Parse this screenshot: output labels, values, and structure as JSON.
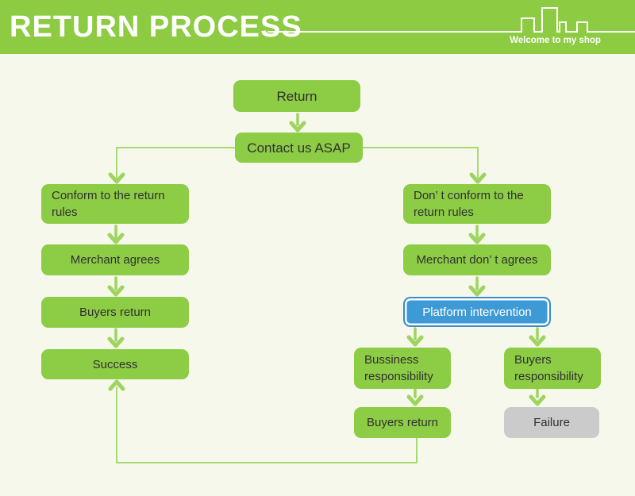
{
  "header": {
    "title": "RETURN PROCESS",
    "tagline": "Welcome to my shop",
    "decoration": "city-skyline-outline"
  },
  "colors": {
    "header_green": "#8ccb42",
    "node_green": "#8dcc45",
    "arrow_green": "#9ed45f",
    "connector_green": "#a6d873",
    "platform_blue": "#3e9ad5",
    "platform_border_blue": "#3a8cc7",
    "failure_gray": "#cbcbcb",
    "text_dark": "#303030",
    "background": "#f6f8ec",
    "title_text": "#ffffff"
  },
  "flow": {
    "nodes": [
      {
        "id": "return",
        "label": "Return",
        "style": "green"
      },
      {
        "id": "contact-us-asap",
        "label": "Contact us ASAP",
        "style": "green"
      },
      {
        "id": "conform-rules",
        "label": "Conform to the return rules",
        "style": "green"
      },
      {
        "id": "merchant-agrees",
        "label": "Merchant agrees",
        "style": "green"
      },
      {
        "id": "buyers-return-left",
        "label": "Buyers return",
        "style": "green"
      },
      {
        "id": "success",
        "label": "Success",
        "style": "green"
      },
      {
        "id": "dont-conform-rules",
        "label": "Don’ t conform to the return rules",
        "style": "green"
      },
      {
        "id": "merchant-dont-agrees",
        "label": "Merchant don’ t agrees",
        "style": "green"
      },
      {
        "id": "platform-intervention",
        "label": "Platform intervention",
        "style": "blue"
      },
      {
        "id": "bussiness-responsibility",
        "label": "Bussiness responsibility",
        "style": "green"
      },
      {
        "id": "buyers-responsibility",
        "label": "Buyers responsibility",
        "style": "green"
      },
      {
        "id": "buyers-return-right",
        "label": "Buyers return",
        "style": "green"
      },
      {
        "id": "failure",
        "label": "Failure",
        "style": "gray"
      }
    ],
    "edges": [
      {
        "from": "return",
        "to": "contact-us-asap"
      },
      {
        "from": "contact-us-asap",
        "to": "conform-rules"
      },
      {
        "from": "contact-us-asap",
        "to": "dont-conform-rules"
      },
      {
        "from": "conform-rules",
        "to": "merchant-agrees"
      },
      {
        "from": "merchant-agrees",
        "to": "buyers-return-left"
      },
      {
        "from": "buyers-return-left",
        "to": "success"
      },
      {
        "from": "dont-conform-rules",
        "to": "merchant-dont-agrees"
      },
      {
        "from": "merchant-dont-agrees",
        "to": "platform-intervention"
      },
      {
        "from": "platform-intervention",
        "to": "bussiness-responsibility"
      },
      {
        "from": "platform-intervention",
        "to": "buyers-responsibility"
      },
      {
        "from": "bussiness-responsibility",
        "to": "buyers-return-right"
      },
      {
        "from": "buyers-responsibility",
        "to": "failure"
      },
      {
        "from": "buyers-return-right",
        "to": "success"
      }
    ]
  }
}
